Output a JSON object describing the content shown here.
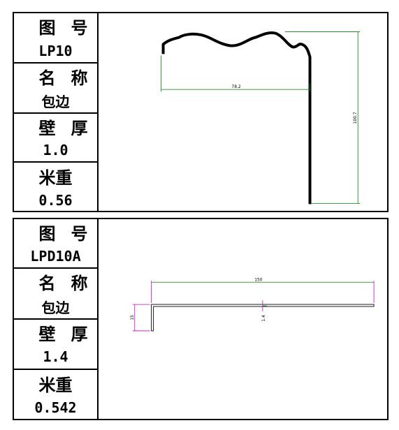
{
  "profiles": [
    {
      "code_label": "图号",
      "code": "LP10",
      "name_label": "名称",
      "name": "包边",
      "thickness_label": "壁厚",
      "thickness": "1.0",
      "weight_label": "米重",
      "weight": "0.56",
      "dims": {
        "width": "78.2",
        "height": "100.7"
      }
    },
    {
      "code_label": "图号",
      "code": "LPD10A",
      "name_label": "名称",
      "name": "包边",
      "thickness_label": "壁厚",
      "thickness": "1.4",
      "weight_label": "米重",
      "weight": "0.542",
      "dims": {
        "length": "150",
        "flange": "15",
        "wall": "1.4"
      }
    }
  ],
  "colors": {
    "profile": "#000000",
    "dim_green": "#008000",
    "dim_magenta": "#cc00cc"
  }
}
